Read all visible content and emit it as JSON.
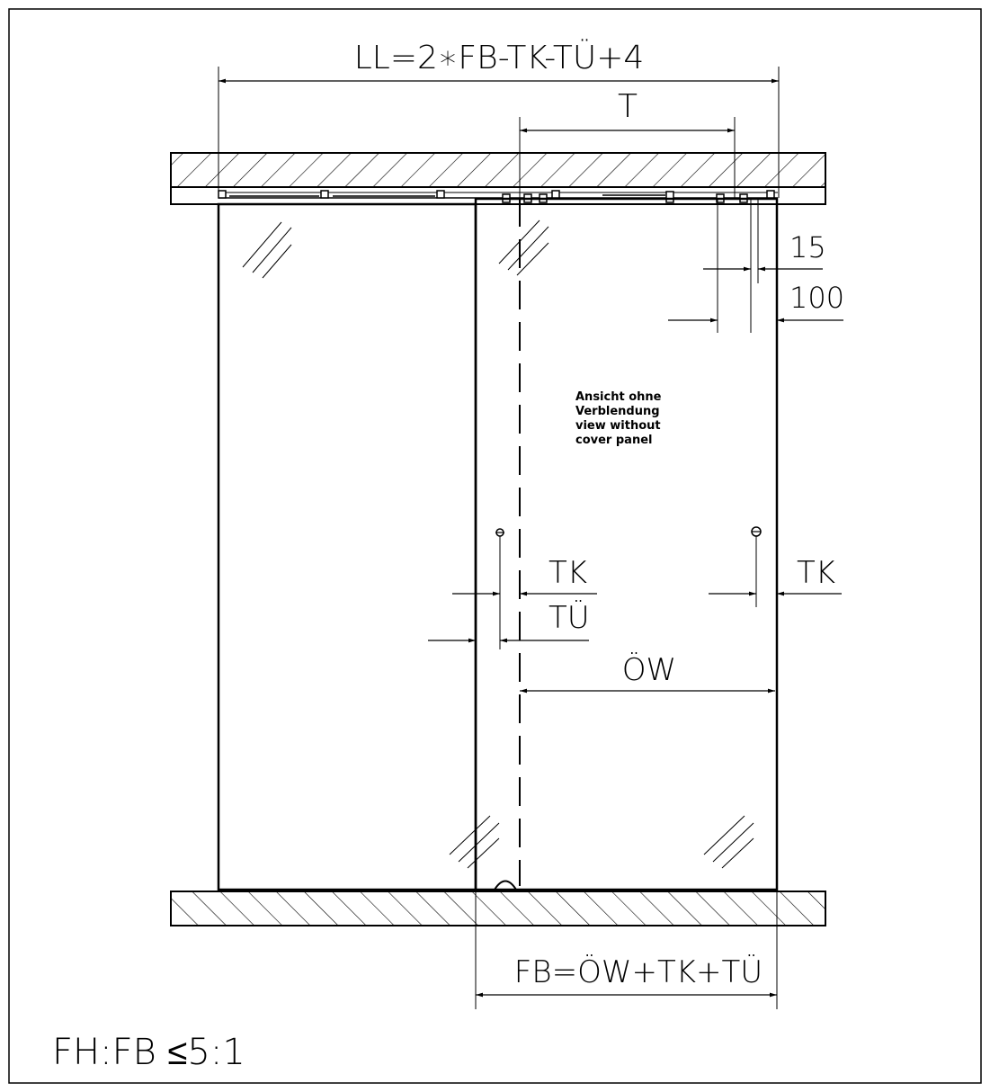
{
  "dimensions": {
    "ll_formula": "LL=2∗FB-TK-TÜ+4",
    "t_label": "T",
    "d15_label": "15",
    "d100_label": "100",
    "tk_left_label": "TK",
    "tu_label": "TÜ",
    "tk_right_label": "TK",
    "ow_label": "ÖW",
    "fb_formula": "FB=ÖW+TK+TÜ"
  },
  "note": {
    "line1": "Ansicht ohne",
    "line2": "Verblendung",
    "line3": "view without",
    "line4": "cover panel"
  },
  "ratio": "FH:FB ≤5:1"
}
